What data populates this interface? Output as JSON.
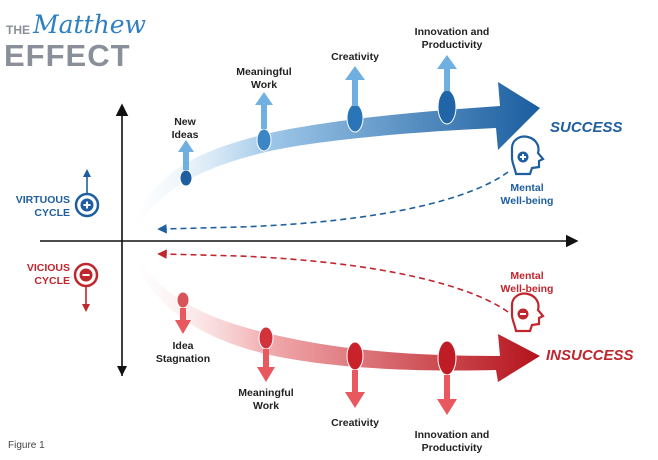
{
  "logo": {
    "the": "THE",
    "script": "Matthew",
    "effect": "EFFECT"
  },
  "caption": "Figure 1",
  "colors": {
    "blue": "#1f5fa0",
    "blue_light": "#9ec9ea",
    "red": "#c0262d",
    "red_light": "#f2b5b8",
    "axis": "#111111",
    "logo_gray": "#8a9099"
  },
  "virtuous": {
    "line1": "VIRTUOUS",
    "line2": "CYCLE",
    "icon": "plus-circle-icon"
  },
  "vicious": {
    "line1": "VICIOUS",
    "line2": "CYCLE",
    "icon": "minus-circle-icon"
  },
  "top": {
    "outcome": "SUCCESS",
    "stages": [
      {
        "lines": [
          "New",
          "Ideas"
        ]
      },
      {
        "lines": [
          "Meaningful",
          "Work"
        ]
      },
      {
        "lines": [
          "Creativity"
        ]
      },
      {
        "lines": [
          "Innovation and",
          "Productivity"
        ]
      }
    ],
    "wellbeing": {
      "lines": [
        "Mental",
        "Well-being"
      ],
      "icon": "head-plus-icon"
    }
  },
  "bottom": {
    "outcome": "INSUCCESS",
    "stages": [
      {
        "lines": [
          "Idea",
          "Stagnation"
        ]
      },
      {
        "lines": [
          "Meaningful",
          "Work"
        ]
      },
      {
        "lines": [
          "Creativity"
        ]
      },
      {
        "lines": [
          "Innovation and",
          "Productivity"
        ]
      }
    ],
    "wellbeing": {
      "lines": [
        "Mental",
        "Well-being"
      ],
      "icon": "head-minus-icon"
    }
  }
}
